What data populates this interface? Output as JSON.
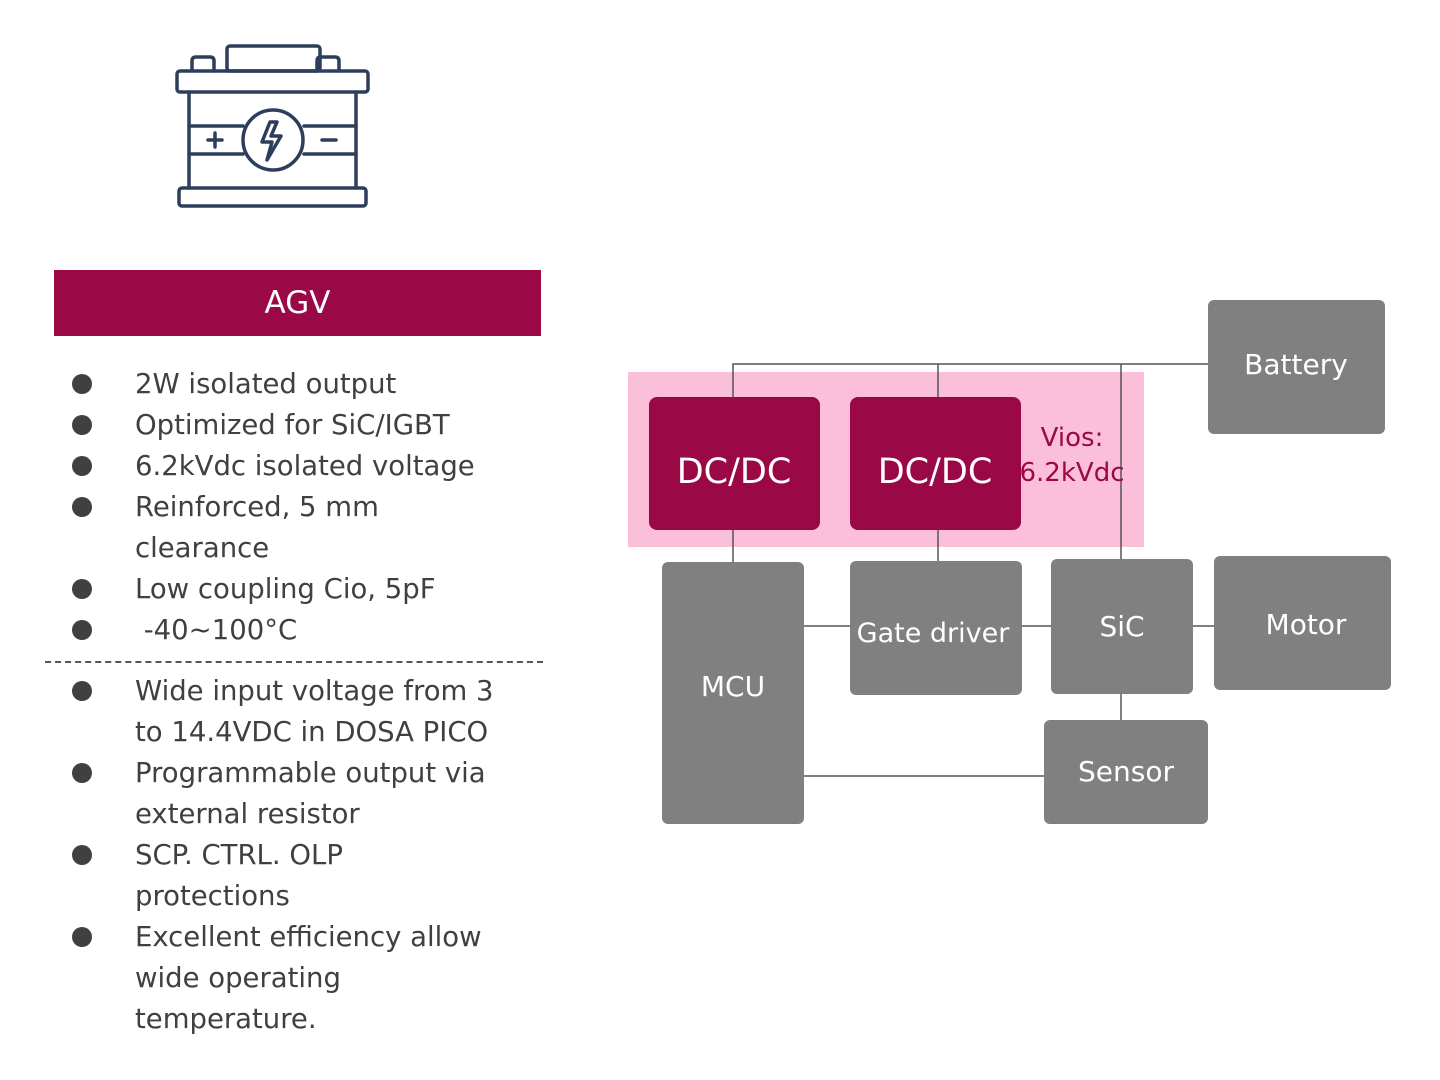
{
  "banner": {
    "title": "AGV"
  },
  "features_top": [
    "2W isolated output",
    "Optimized for SiC/IGBT",
    "6.2kVdc isolated voltage",
    "Reinforced, 5 mm clearance",
    "Low coupling Cio, 5pF",
    " -40~100°C"
  ],
  "features_bottom": [
    "Wide input voltage from 3 to 14.4VDC in DOSA PICO",
    "Programmable output via external resistor",
    "SCP. CTRL. OLP protections",
    "Excellent efficiency allow wide operating temperature."
  ],
  "diagram": {
    "battery": "Battery",
    "dcdc_1": "DC/DC",
    "dcdc_2": "DC/DC",
    "vios_label": "Vios:",
    "vios_value": "6.2kVdc",
    "mcu": "MCU",
    "gate_driver": "Gate driver",
    "sic": "SiC",
    "motor": "Motor",
    "sensor": "Sensor"
  },
  "colors": {
    "brand": "#9a0846",
    "isolation_zone": "#fbbfd9",
    "block_gray": "#808080",
    "line": "#555555",
    "text": "#404040"
  },
  "icons": {
    "battery": "battery-icon",
    "bolt": "lightning-bolt-icon"
  }
}
